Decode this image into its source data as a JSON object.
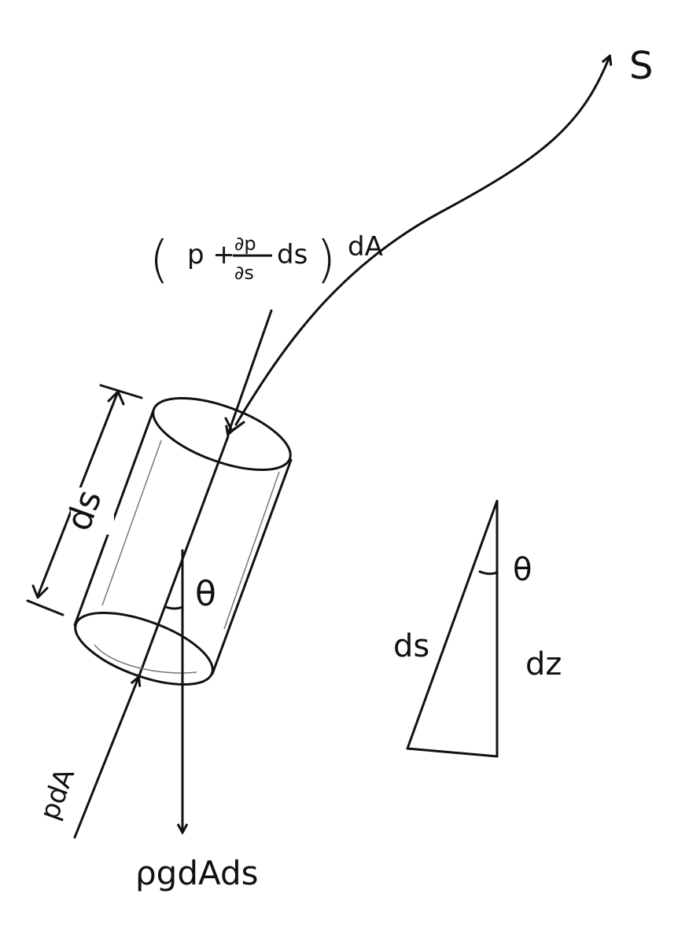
{
  "labels": {
    "path_label": "S",
    "top_force_open": "(",
    "top_force_p": "p +",
    "top_force_num": "∂p",
    "top_force_den": "∂s",
    "top_force_ds": "ds",
    "top_force_close": ")",
    "top_force_dA": "dA",
    "length_label": "ds",
    "angle_label": "θ",
    "bottom_force": "pdA",
    "weight_force": "ρgdAds",
    "triangle_hyp": "ds",
    "triangle_vert": "dz",
    "triangle_angle": "θ"
  }
}
